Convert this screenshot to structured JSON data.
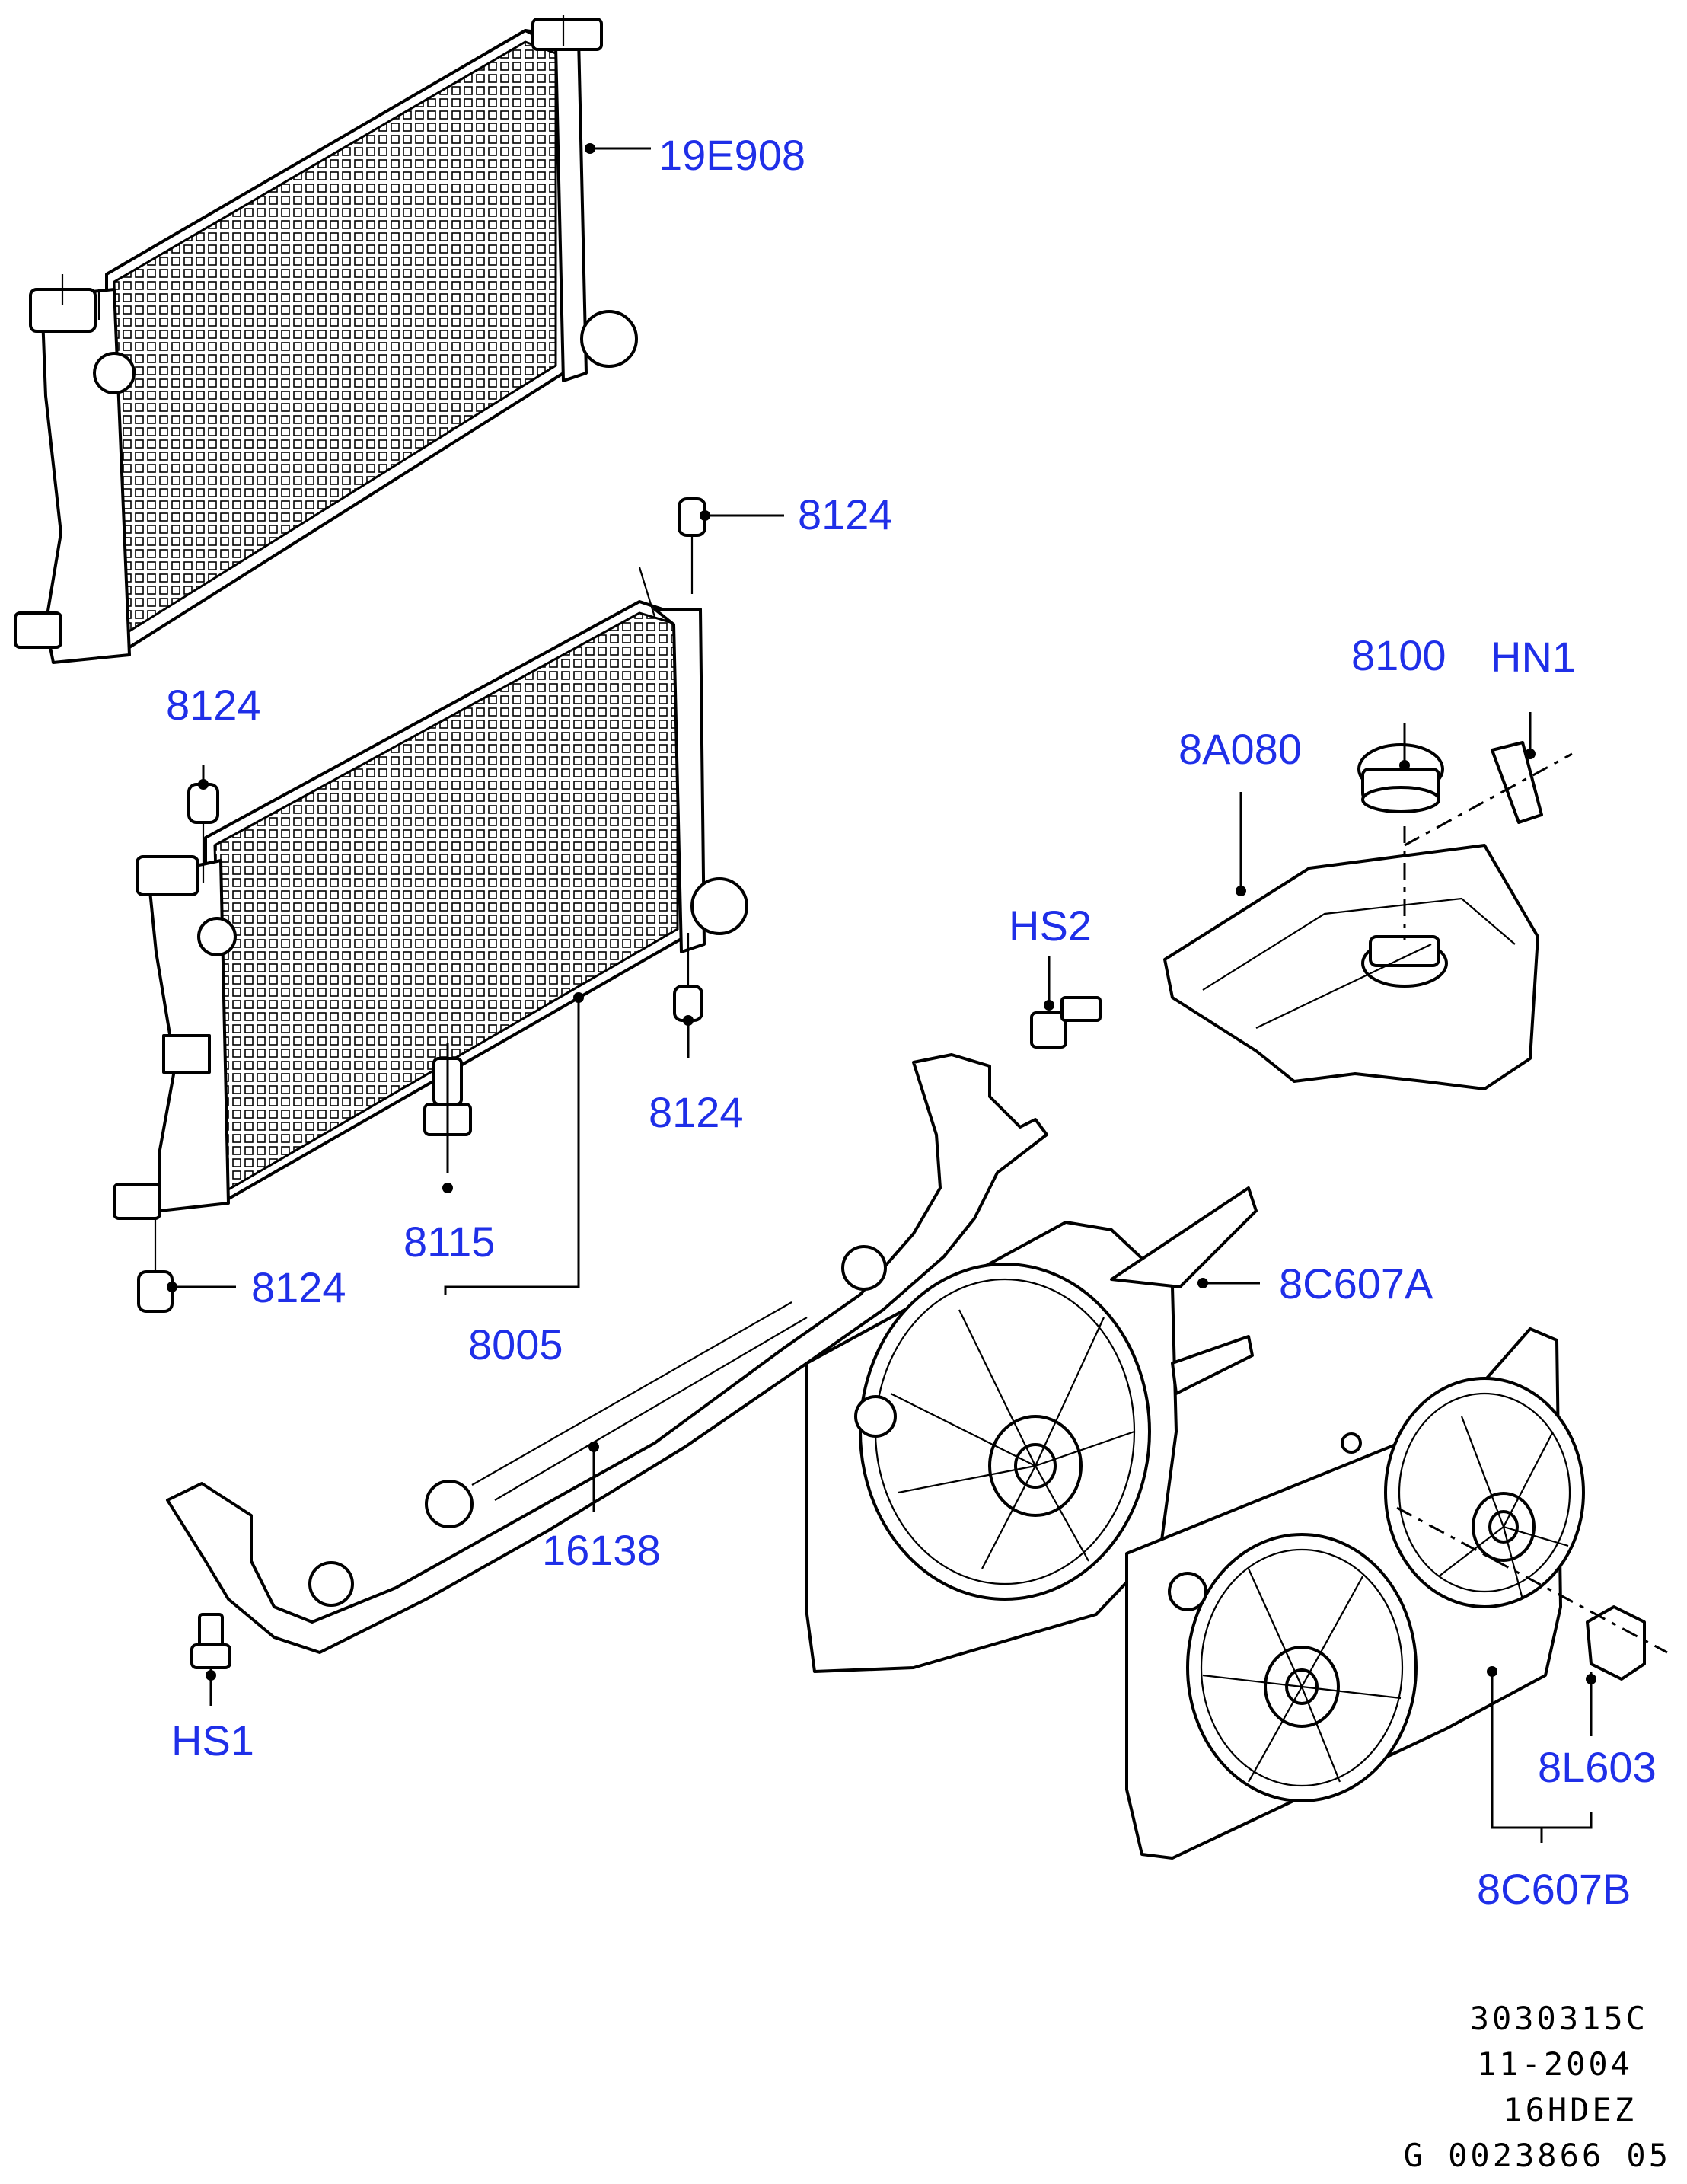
{
  "callouts": {
    "c19E908": "19E908",
    "c8124_top": "8124",
    "c8124_left": "8124",
    "c8124_right": "8124",
    "c8124_bottom": "8124",
    "c8100": "8100",
    "cHN1": "HN1",
    "c8A080": "8A080",
    "cHS2": "HS2",
    "c8115": "8115",
    "c8005": "8005",
    "c8C607A": "8C607A",
    "c16138": "16138",
    "cHS1": "HS1",
    "c8L603": "8L603",
    "c8C607B": "8C607B"
  },
  "reference": {
    "line1": "3030315C",
    "line2": "11-2004",
    "line3": "16HDEZ",
    "line4": "G 0023866 05"
  },
  "colors": {
    "callout": "#1f2fe8",
    "line": "#000000"
  }
}
